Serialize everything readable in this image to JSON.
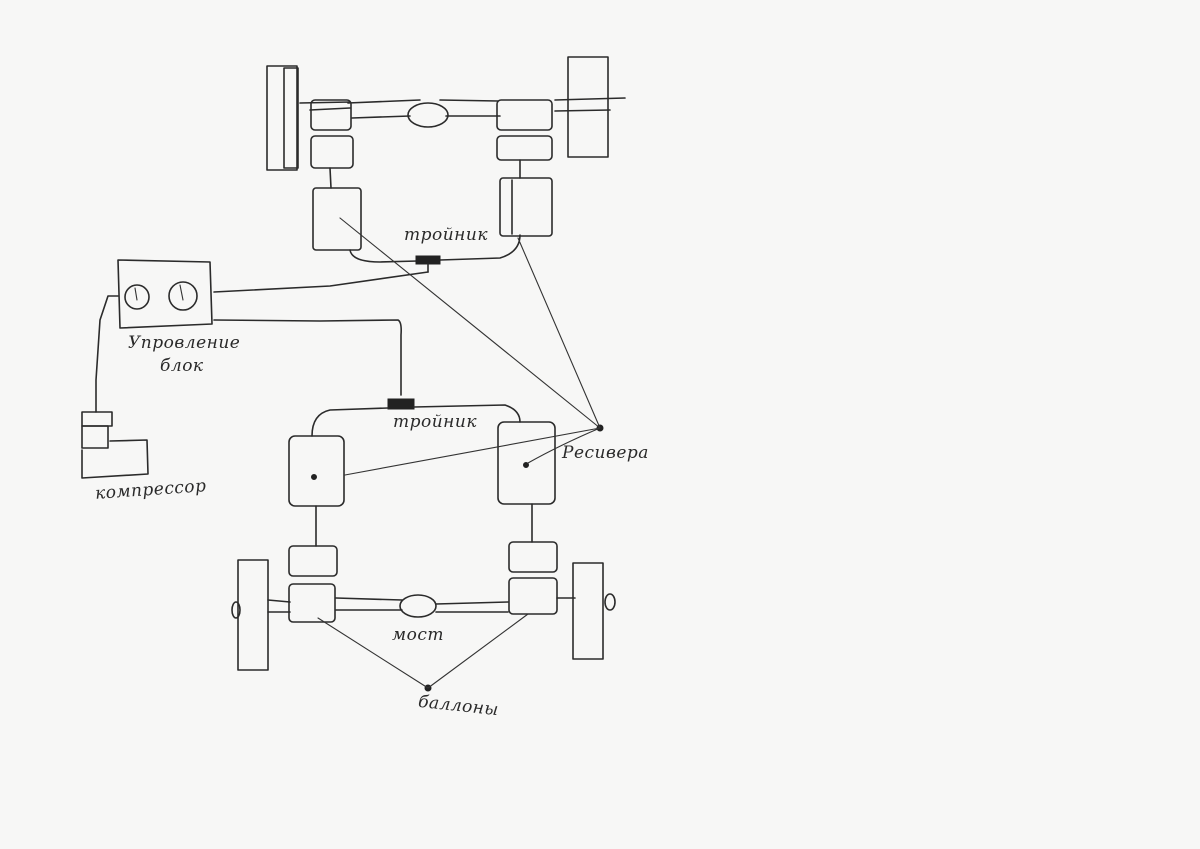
{
  "labels": {
    "tee_top": "тройник",
    "control_unit_line1": "Упровление",
    "control_unit_line2": "блок",
    "tee_bottom": "тройник",
    "receivers": "Ресивера",
    "compressor": "компрессор",
    "axle": "мост",
    "airbags": "баллоны"
  },
  "colors": {
    "paper": "#f7f7f6",
    "ink": "#2b2b2b"
  }
}
